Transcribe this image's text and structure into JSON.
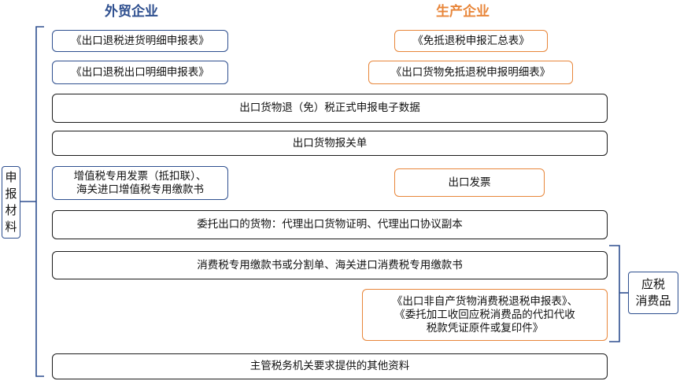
{
  "headings": {
    "foreign_trade": "外贸企业",
    "production": "生产企业"
  },
  "colors": {
    "foreign_trade": "#2e4f8f",
    "production": "#e8863a",
    "shared": "#1a1a1a"
  },
  "side_label": {
    "chars": [
      "申",
      "报",
      "材",
      "料"
    ]
  },
  "consumption_label": {
    "line1": "应税",
    "line2": "消费品"
  },
  "boxes": {
    "ft_purchase_form": "《出口退税进货明细申报表》",
    "ft_export_form": "《出口退税出口明细申报表》",
    "prod_summary_form": "《免抵退税申报汇总表》",
    "prod_detail_form": "《出口货物免抵退税申报明细表》",
    "formal_electronic_data": "出口货物退（免）税正式申报电子数据",
    "customs_declaration": "出口货物报关单",
    "vat_invoice_line1": "增值税专用发票（抵扣联）、",
    "vat_invoice_line2": "海关进口增值税专用缴款书",
    "export_invoice": "出口发票",
    "entrusted_export": "委托出口的货物：代理出口货物证明、代理出口协议副本",
    "consumption_tax_receipt": "消费税专用缴款书或分割单、海关进口消费税专用缴款书",
    "consumption_refund_line1": "《出口非自产货物消费税退税申报表》、",
    "consumption_refund_line2": "《委托加工收回应税消费品的代扣代收",
    "consumption_refund_line3": "税款凭证原件或复印件》",
    "other_materials": "主管税务机关要求提供的其他资料"
  }
}
